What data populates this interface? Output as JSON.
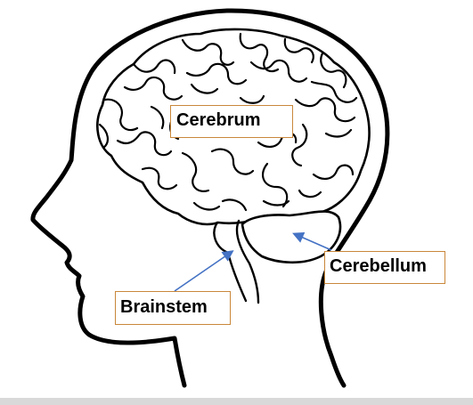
{
  "labels": {
    "cerebrum": "Cerebrum",
    "cerebellum": "Cerebellum",
    "brainstem": "Brainstem"
  },
  "colors": {
    "outline": "#000000",
    "label_border": "#c9873a",
    "arrow": "#4472c4",
    "background": "#ffffff",
    "bottom_strip": "#d9d9d9"
  }
}
